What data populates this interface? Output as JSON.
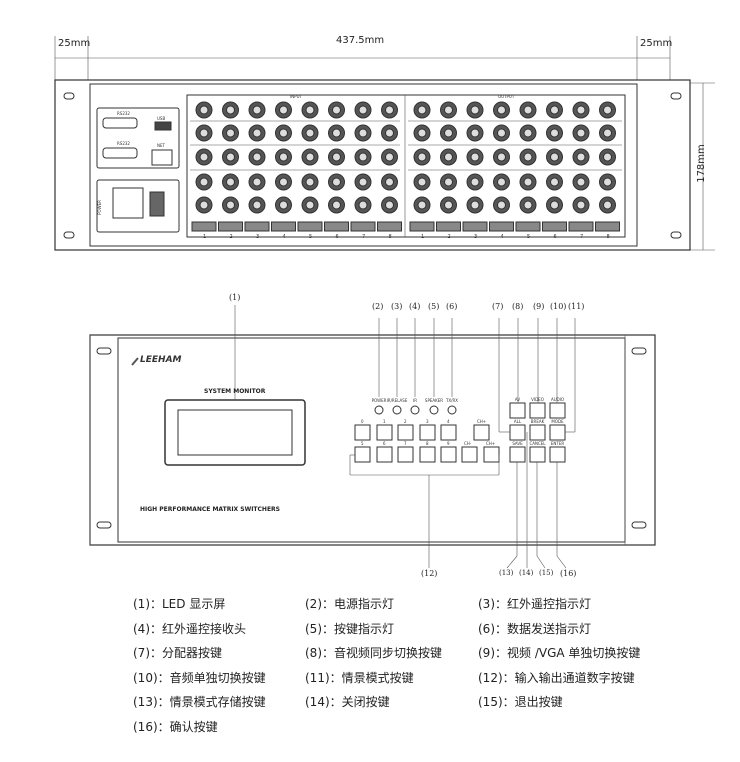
{
  "rear_panel": {
    "dim_left": "25mm",
    "dim_width": "437.5mm",
    "dim_right": "25mm",
    "dim_height": "178mm",
    "port_labels": [
      "RS232",
      "USB",
      "RS232",
      "NET"
    ],
    "power_label": "POWER",
    "input_label": "INPUT",
    "output_label": "OUTPUT",
    "channel_numbers": [
      "1",
      "2",
      "3",
      "4",
      "5",
      "6",
      "7",
      "8"
    ]
  },
  "front_panel": {
    "brand": "LEEHAM",
    "monitor_title": "SYSTEM MONITOR",
    "tagline": "HIGH PERFORMANCE MATRIX SWITCHERS",
    "leds": [
      "POWER",
      "IR/RELASE",
      "IR",
      "SPEAKER",
      "TX/RX"
    ],
    "digit_buttons": [
      "0",
      "1",
      "2",
      "3",
      "4",
      "5",
      "6",
      "7",
      "8",
      "9"
    ],
    "channel_buttons": [
      "CH+",
      "CH-",
      "CH+"
    ],
    "function_buttons": [
      "AV",
      "VIDEO",
      "AUDIO",
      "ALL",
      "BREAK",
      "MODE",
      "SAVE",
      "CANCEL",
      "ENTER"
    ],
    "callouts_top": [
      "(1)",
      "(2)",
      "(3)",
      "(4)",
      "(5)",
      "(6)",
      "(7)",
      "(8)",
      "(9)",
      "(10)",
      "(11)"
    ],
    "callouts_bottom": [
      "(12)",
      "(13)",
      "(14)",
      "(15)",
      "(16)"
    ]
  },
  "legend": [
    "(1)：LED 显示屏",
    "(2)：电源指示灯",
    "(3)：红外遥控指示灯",
    "(4)：红外遥控接收头",
    "(5)：按键指示灯",
    "(6)：数据发送指示灯",
    "(7)：分配器按键",
    "(8)：音视频同步切换按键",
    "(9)：视频 /VGA 单独切换按键",
    "(10)：音频单独切换按键",
    "(11)：情景模式按键",
    "(12)：输入输出通道数字按键",
    "(13)：情景模式存储按键",
    "(14)：关闭按键",
    "(15)：退出按键",
    "(16)：确认按键"
  ]
}
